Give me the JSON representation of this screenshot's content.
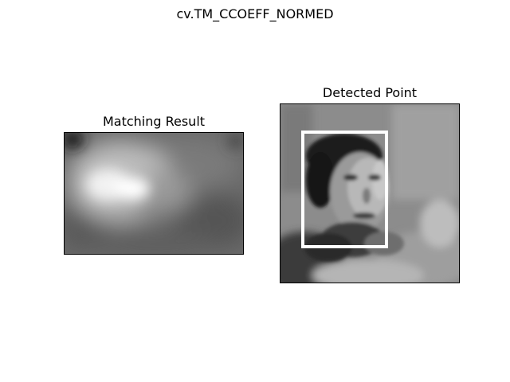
{
  "figure": {
    "suptitle": "cv.TM_CCOEFF_NORMED"
  },
  "panels": [
    {
      "title": "Matching Result",
      "image": "grayscale-correlation-heatmap"
    },
    {
      "title": "Detected Point",
      "image": "grayscale-portrait-photo",
      "overlay": {
        "shape": "rectangle",
        "color": "#ffffff"
      }
    }
  ]
}
